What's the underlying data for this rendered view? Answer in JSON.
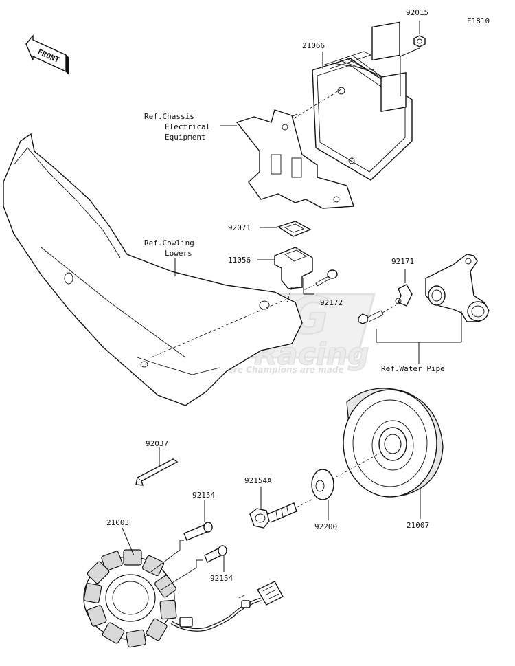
{
  "diagram_code": "E1810",
  "front_label": "FRONT",
  "watermark": {
    "main": "BERG",
    "sub": "Racing",
    "tagline": "Where Champions are made"
  },
  "labels": {
    "p92015": "92015",
    "p21066": "21066",
    "ref_chassis_1": "Ref.Chassis",
    "ref_chassis_2": "Electrical",
    "ref_chassis_3": "Equipment",
    "p92071": "92071",
    "ref_cowling_1": "Ref.Cowling",
    "ref_cowling_2": "Lowers",
    "p11056": "11056",
    "p92172": "92172",
    "p92171": "92171",
    "ref_water_pipe": "Ref.Water Pipe",
    "p92037": "92037",
    "p92154A": "92154A",
    "p92200": "92200",
    "p21007": "21007",
    "p92154_top": "92154",
    "p21003": "21003",
    "p92154_bottom": "92154"
  }
}
